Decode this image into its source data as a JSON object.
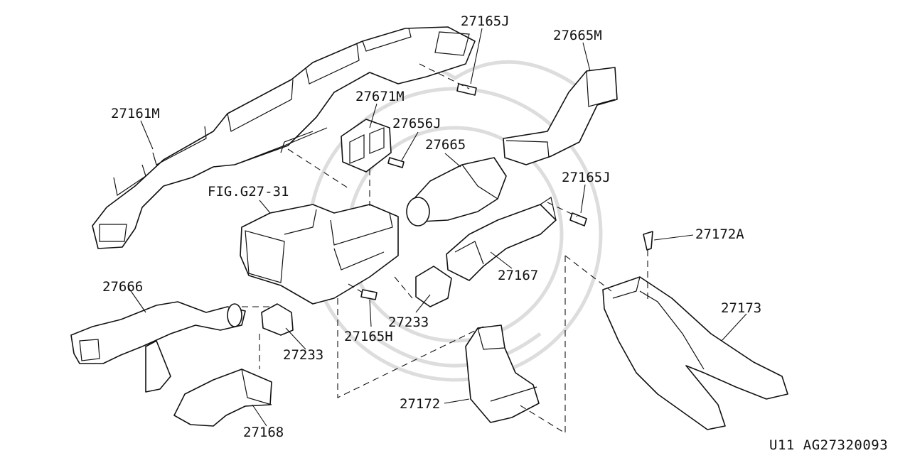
{
  "labels": {
    "p27165J_top": "27165J",
    "p27665M": "27665M",
    "p27671M": "27671M",
    "p27161M": "27161M",
    "p27656J": "27656J",
    "p27665": "27665",
    "p27165J_mid": "27165J",
    "fig_ref": "FIG.G27-31",
    "p27172A": "27172A",
    "p27167": "27167",
    "p27666": "27666",
    "p27173": "27173",
    "p27233_right": "27233",
    "p27165H": "27165H",
    "p27233_left": "27233",
    "p27172": "27172",
    "p27168": "27168"
  },
  "footer": {
    "code": "U11  AG27320093"
  }
}
